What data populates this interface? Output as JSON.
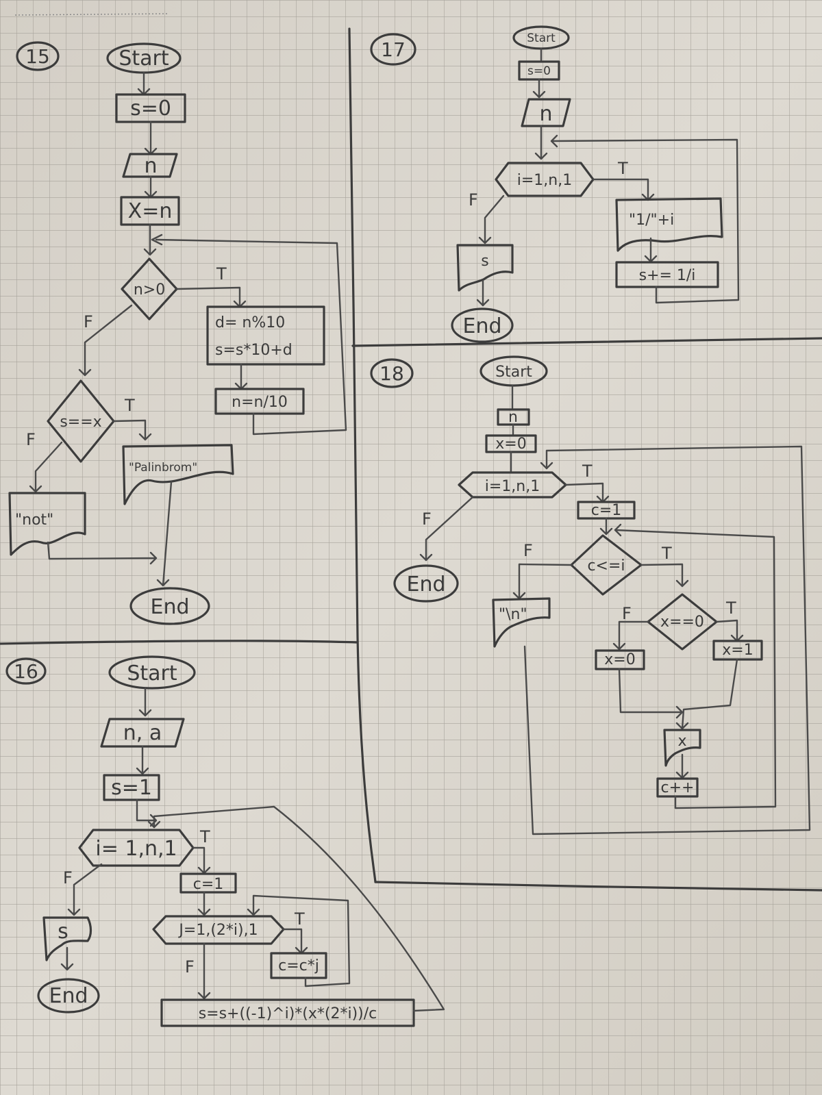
{
  "diagram_15": {
    "number": "15",
    "start": "Start",
    "assign_s": "s=0",
    "input": "n",
    "assign_x": "X=n",
    "cond": "n>0",
    "body_1": "d= n%10",
    "body_2": "s=s*10+d",
    "body_3": "n=n/10",
    "cond2": "s==x",
    "out_true": "\"Palinbrom\"",
    "out_false": "\"not\"",
    "end": "End",
    "true_label": "T",
    "false_label": "F"
  },
  "diagram_16": {
    "number": "16",
    "start": "Start",
    "input": "n, a",
    "assign_s": "s=1",
    "loop": "i= 1,n,1",
    "assign_c": "c=1",
    "inner_loop": "J=1,(2*i),1",
    "inner_body": "c=c*j",
    "update": "s=s+((-1)^i)*(x*(2*i))/c",
    "output": "s",
    "end": "End",
    "true_label": "T",
    "false_label": "F"
  },
  "diagram_17": {
    "number": "17",
    "start": "Start",
    "assign_s": "s=0",
    "input": "n",
    "loop": "i=1,n,1",
    "output_loop": "\"1/\"+i",
    "update": "s+= 1/i",
    "output": "s",
    "end": "End",
    "true_label": "T",
    "false_label": "F"
  },
  "diagram_18": {
    "number": "18",
    "start": "Start",
    "input": "n",
    "assign_x": "x=0",
    "loop": "i=1,n,1",
    "assign_c": "c=1",
    "cond": "c<=i",
    "cond2": "x==0",
    "assign_x_true": "x=1",
    "assign_x_false": "x=0",
    "output_x": "x",
    "increment": "c++",
    "output_newline": "\"\\n\"",
    "end": "End",
    "true_label": "T",
    "false_label": "F"
  }
}
